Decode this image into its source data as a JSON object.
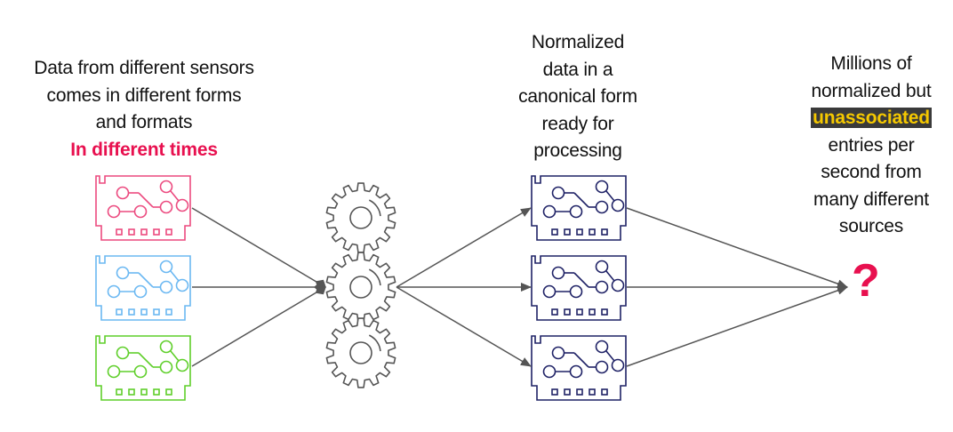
{
  "colors": {
    "sensor_pink": "#ec4a7f",
    "sensor_blue": "#6bb8f2",
    "sensor_green": "#5fcf2a",
    "normalized_navy": "#1f2266",
    "gear": "#555555",
    "arrow": "#555555",
    "emphasis": "#e8104f",
    "highlight_bg": "#3a3a3a",
    "highlight_fg": "#f5c800"
  },
  "labels": {
    "sources": {
      "lines": [
        "Data from different sensors",
        "comes in different forms",
        "and formats"
      ],
      "emphasis": "In different times"
    },
    "normalized": {
      "lines": [
        "Normalized",
        "data in a",
        "canonical form",
        "ready for",
        "processing"
      ]
    },
    "millions": {
      "line1": "Millions of",
      "line2": "normalized but",
      "highlight": "unassociated",
      "line4": "entries per",
      "line5": "second from",
      "line6": "many different",
      "line7": "sources"
    },
    "result_symbol": "?"
  },
  "nodes": {
    "sensors": [
      {
        "name": "sensor-card-pink",
        "icon": "circuit-board-icon",
        "color_key": "sensor_pink"
      },
      {
        "name": "sensor-card-blue",
        "icon": "circuit-board-icon",
        "color_key": "sensor_blue"
      },
      {
        "name": "sensor-card-green",
        "icon": "circuit-board-icon",
        "color_key": "sensor_green"
      }
    ],
    "processor": {
      "icon": "gears-icon",
      "count": 3
    },
    "normalized": [
      {
        "name": "normalized-card-1",
        "icon": "circuit-board-icon",
        "color_key": "normalized_navy"
      },
      {
        "name": "normalized-card-2",
        "icon": "circuit-board-icon",
        "color_key": "normalized_navy"
      },
      {
        "name": "normalized-card-3",
        "icon": "circuit-board-icon",
        "color_key": "normalized_navy"
      }
    ]
  }
}
